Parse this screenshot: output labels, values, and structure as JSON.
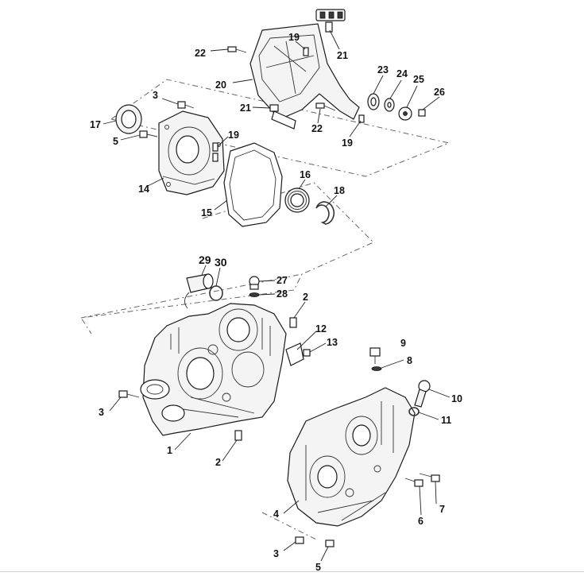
{
  "callouts": {
    "n1": "1",
    "n2a": "2",
    "n2b": "2",
    "n3a": "3",
    "n3b": "3",
    "n3c": "3",
    "n4": "4",
    "n5a": "5",
    "n5b": "5",
    "n6": "6",
    "n7": "7",
    "n8": "8",
    "n9": "9",
    "n10": "10",
    "n11": "11",
    "n12": "12",
    "n13": "13",
    "n14": "14",
    "n15": "15",
    "n16": "16",
    "n17": "17",
    "n18": "18",
    "n19a": "19",
    "n19b": "19",
    "n19c": "19",
    "n20": "20",
    "n21a": "21",
    "n21b": "21",
    "n22a": "22",
    "n22b": "22",
    "n23": "23",
    "n24": "24",
    "n25": "25",
    "n26": "26",
    "n27": "27",
    "n28": "28",
    "n29": "29",
    "n30": "30"
  },
  "colors": {
    "line": "#1a1a1a",
    "fill": "#f4f4f4",
    "background": "#ffffff"
  }
}
